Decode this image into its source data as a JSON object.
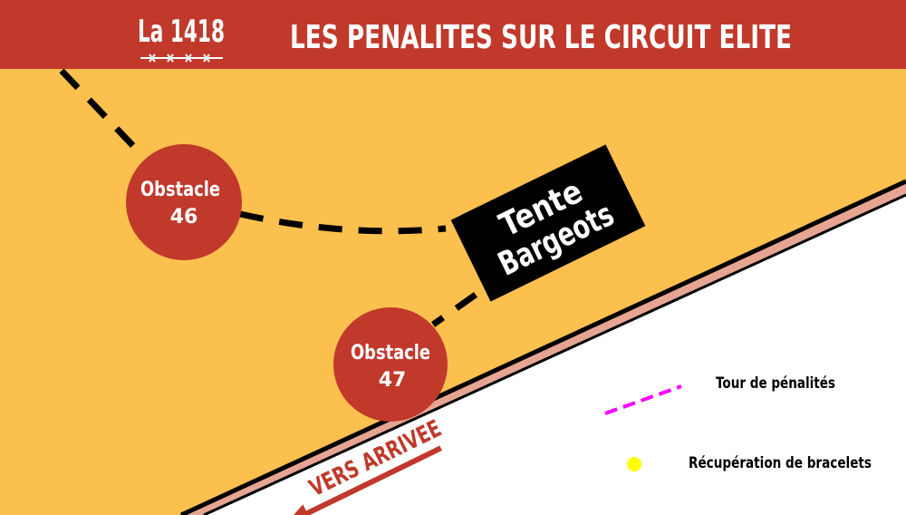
{
  "header": {
    "logo_text": "La 1418",
    "title": "LES PENALITES SUR LE CIRCUIT ELITE"
  },
  "obstacles": [
    {
      "label_line1": "Obstacle",
      "label_line2": "46"
    },
    {
      "label_line1": "Obstacle",
      "label_line2": "47"
    }
  ],
  "tent": {
    "line1": "Tente",
    "line2": "Bargeots"
  },
  "direction": {
    "label": "VERS ARRIVEE"
  },
  "legend": {
    "penalty_tour": "Tour de pénalités",
    "bracelet_pickup": "Récupération de bracelets"
  },
  "colors": {
    "header_bg": "#c0392b",
    "terrain": "#fcc04e",
    "obstacle": "#c0392b",
    "tent": "#000000",
    "road_border": "#e6a592",
    "penalty_line": "#ff00ff",
    "bracelet_dot": "#ffff00",
    "arrow": "#c0392b"
  },
  "icons": {
    "logo_underline": "barbed-wire-icon",
    "direction_arrow": "arrow-left-icon",
    "legend_line": "dashed-line-icon",
    "legend_dot": "dot-icon"
  }
}
